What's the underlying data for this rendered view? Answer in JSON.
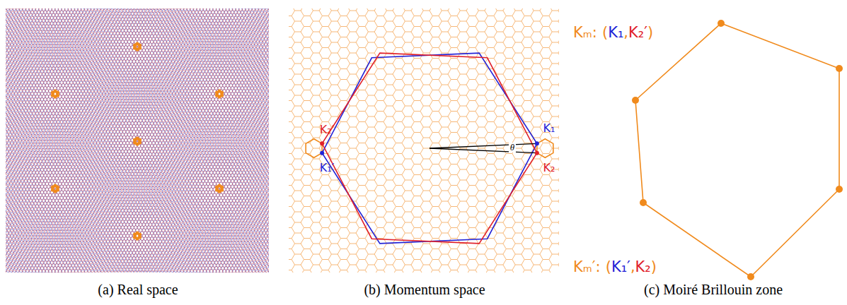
{
  "diagram": {
    "labels": [
      "(a) Real space",
      "(b) Momentum space",
      "(c) Moiré Brillouin zone",
      "K₂′",
      "K₁′",
      "K₁",
      "K₂",
      "θ",
      "Kₘ:",
      "(",
      "K₁",
      ",",
      "K₂′",
      ")",
      "Kₘ′:",
      "(",
      "K₁′",
      ",",
      "K₂",
      ")"
    ]
  }
}
